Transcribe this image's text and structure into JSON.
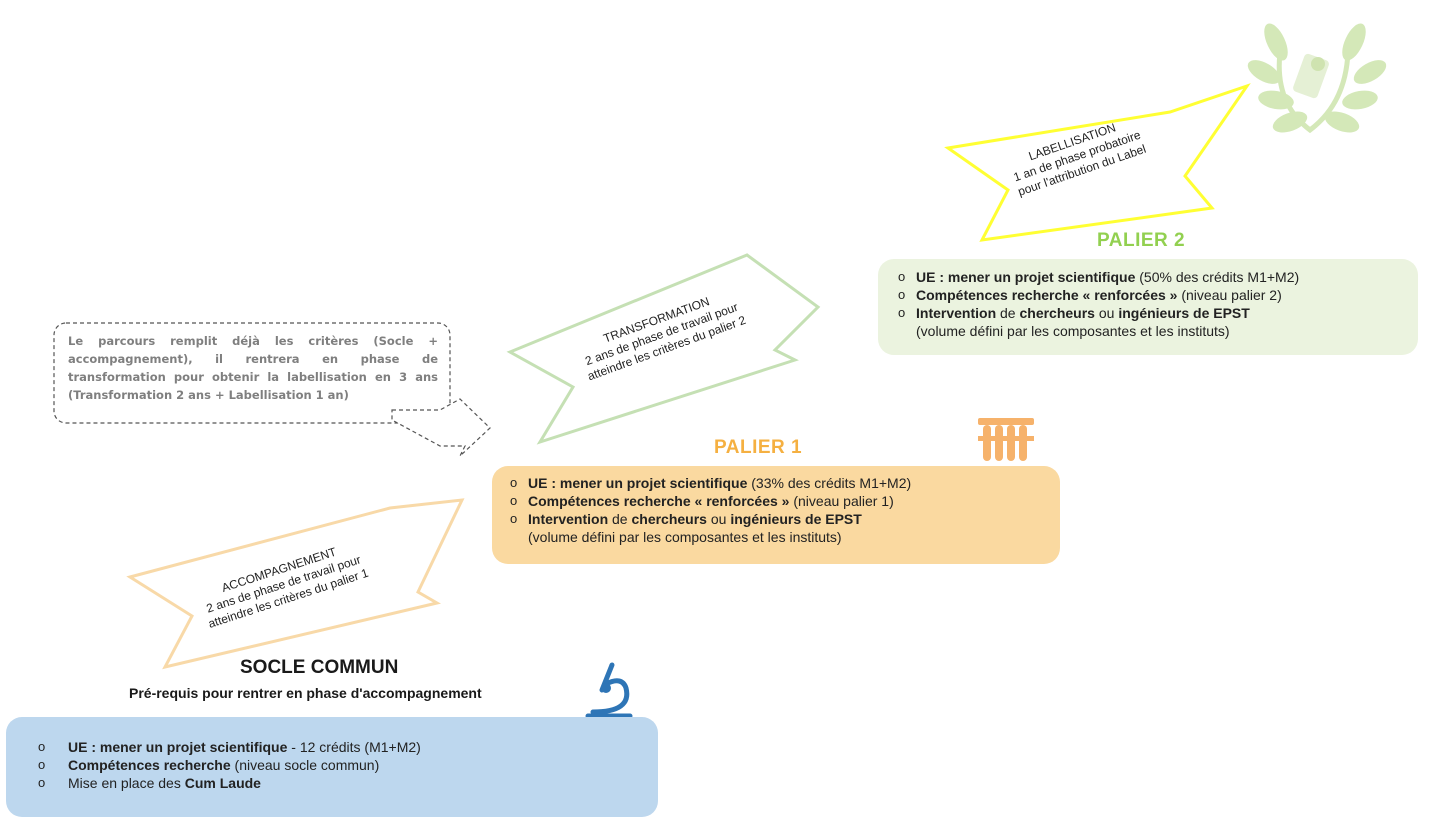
{
  "colors": {
    "palier2": "#92d050",
    "palier1": "#f5b041",
    "socle": "#bdd7ee",
    "labellisation_arrow": "#ffff00",
    "transformation_arrow": "#c5e0b4",
    "accompagnement_arrow": "#f8cbad"
  },
  "arrows": {
    "labellisation": [
      "LABELLISATION",
      "1 an de phase probatoire",
      "pour l'attribution du Label"
    ],
    "transformation": [
      "TRANSFORMATION",
      "2 ans de phase de travail pour",
      "atteindre les critères du palier 2"
    ],
    "accompagnement": [
      "ACCOMPAGNEMENT",
      "2 ans de phase de travail pour",
      "atteindre les critères du palier 1"
    ]
  },
  "note": "Le parcours remplit déjà les critères (Socle + accompagnement), il rentrera en phase de transformation pour obtenir la labellisation en 3 ans (Transformation 2 ans + Labellisation 1 an)",
  "palier2": {
    "title": "PALIER 2",
    "items": [
      {
        "bold1": "UE : mener un projet scientifique",
        "text1": " (50% des crédits M1+M2)"
      },
      {
        "bold1": "Compétences recherche « renforcées »",
        "text1": " (niveau palier 2)"
      },
      {
        "bold1": "Intervention",
        "text1": " de ",
        "bold2": "chercheurs",
        "text2": " ou ",
        "bold3": "ingénieurs de EPST",
        "cont": "(volume défini par les composantes et les instituts)"
      }
    ]
  },
  "palier1": {
    "title": "PALIER 1",
    "items": [
      {
        "bold1": "UE : mener un projet scientifique",
        "text1": " (33% des crédits M1+M2)"
      },
      {
        "bold1": "Compétences recherche « renforcées »",
        "text1": " (niveau palier 1)"
      },
      {
        "bold1": "Intervention",
        "text1": " de ",
        "bold2": "chercheurs",
        "text2": " ou ",
        "bold3": "ingénieurs de EPST",
        "cont": "(volume défini par les composantes et les instituts)"
      }
    ]
  },
  "socle": {
    "title": "SOCLE COMMUN",
    "subtitle": "Pré-requis pour rentrer en phase d'accompagnement",
    "items": [
      {
        "bold1": "UE : mener un projet scientifique",
        "text1": " - 12 crédits (M1+M2)"
      },
      {
        "bold1": "Compétences recherche",
        "text1": " (niveau socle commun)"
      },
      {
        "text0": "Mise en place des ",
        "bold1": "Cum Laude",
        "text1": ""
      }
    ]
  },
  "bullet": "o",
  "icons": [
    "laurel-wreath-icon",
    "test-tubes-icon",
    "microscope-icon"
  ]
}
